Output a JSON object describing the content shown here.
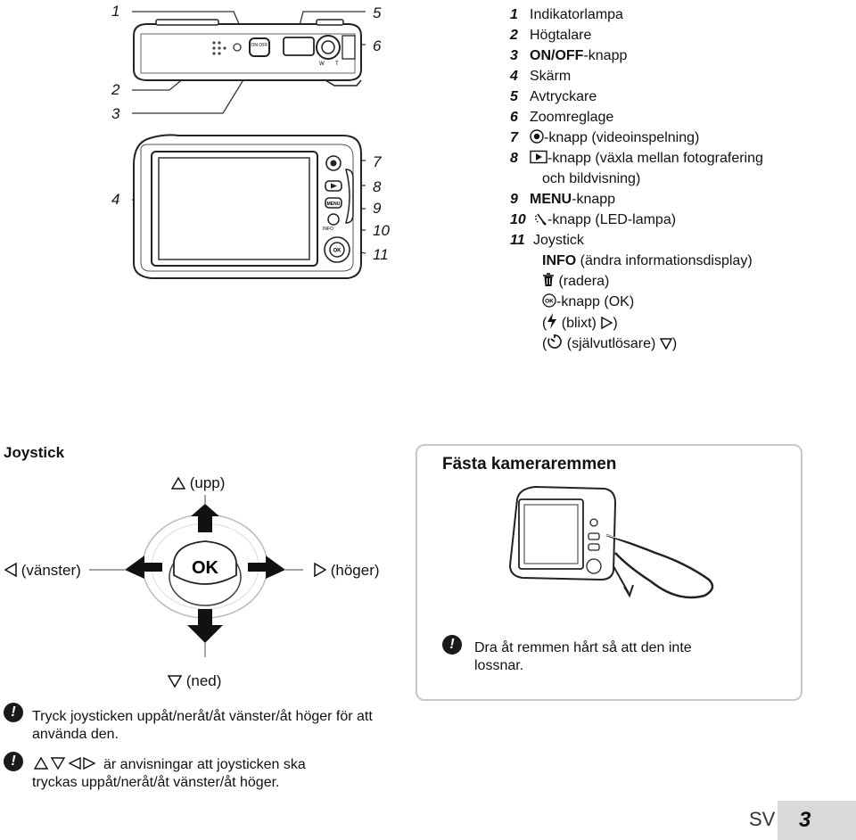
{
  "callout_numbers": [
    "1",
    "2",
    "3",
    "4",
    "5",
    "6",
    "7",
    "8",
    "9",
    "10",
    "11"
  ],
  "legend": [
    {
      "num": "1",
      "text": "Indikatorlampa"
    },
    {
      "num": "2",
      "text": "Högtalare"
    },
    {
      "num": "3",
      "strong": "ON/OFF",
      "text": "-knapp"
    },
    {
      "num": "4",
      "text": "Skärm"
    },
    {
      "num": "5",
      "text": "Avtryckare"
    },
    {
      "num": "6",
      "text": "Zoomreglage"
    },
    {
      "num": "7",
      "text": "-knapp (videoinspelning)"
    },
    {
      "num": "8",
      "text": "-knapp (växla mellan fotografering"
    },
    {
      "num": "",
      "text": "och bildvisning)"
    },
    {
      "num": "9",
      "strong": "MENU",
      "text": "-knapp"
    },
    {
      "num": "10",
      "text": "-knapp (LED-lampa)"
    },
    {
      "num": "11",
      "text": "Joystick"
    }
  ],
  "joystick_sub": {
    "info_strong": "INFO",
    "info_text": " (ändra informationsdisplay)",
    "delete_text": " (radera)",
    "ok_text": "-knapp (OK)",
    "flash_text": " (blixt) ",
    "timer_text": " (självutlösare) "
  },
  "camera_labels": {
    "on_off": "ON OFF",
    "menu": "MENU",
    "info": "INFO",
    "ok": "OK",
    "zoom_w": "W",
    "zoom_t": "T"
  },
  "joystick_section": {
    "title": "Joystick",
    "up": "(upp)",
    "left": "(vänster)",
    "right": "(höger)",
    "down": "(ned)",
    "ok_label": "OK"
  },
  "strap_section": {
    "title": "Fästa kameraremmen",
    "note": "Dra åt remmen hårt så att den inte lossnar."
  },
  "notes": {
    "note1": "Tryck joysticken uppåt/neråt/åt vänster/åt höger för att använda den.",
    "note2": "är anvisningar att joysticken ska tryckas uppåt/neråt/åt vänster/åt höger."
  },
  "footer": {
    "lang": "SV",
    "page": "3"
  }
}
